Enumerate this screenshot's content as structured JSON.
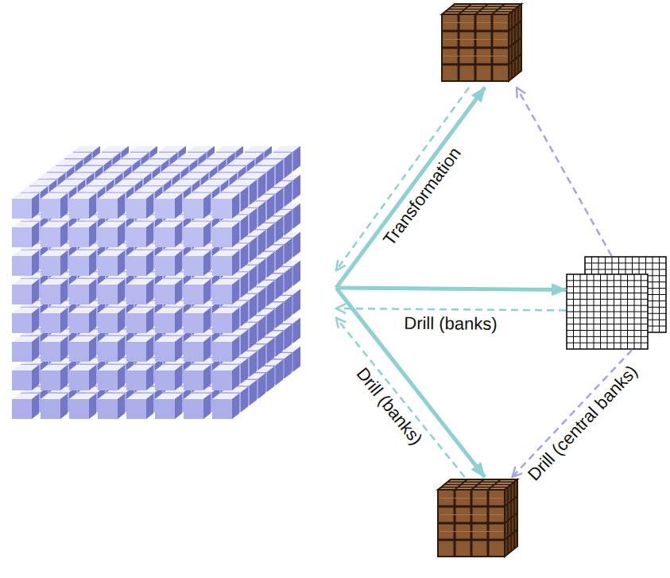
{
  "diagram": {
    "nodes": [
      {
        "text": []
      },
      {
        "text": []
      },
      {
        "text": []
      },
      {
        "text": []
      }
    ],
    "edges": [
      {
        "from": 0,
        "to": 1,
        "arrow": "to",
        "label": "Transformation"
      },
      {
        "from": 1,
        "to": 0,
        "arrow": "to"
      },
      {
        "from": 0,
        "to": 2,
        "arrow": "to"
      },
      {
        "from": 2,
        "to": 0,
        "arrow": "to",
        "label": "Drill (banks)"
      },
      {
        "from": 0,
        "to": 3,
        "arrow": "to"
      },
      {
        "from": 3,
        "to": 0,
        "arrow": "to",
        "label": "Drill (banks)"
      },
      {
        "from": 2,
        "to": 1,
        "arrow": "to"
      },
      {
        "from": 2,
        "to": 3,
        "arrow": "to",
        "label": "Drill (central banks)"
      }
    ]
  }
}
